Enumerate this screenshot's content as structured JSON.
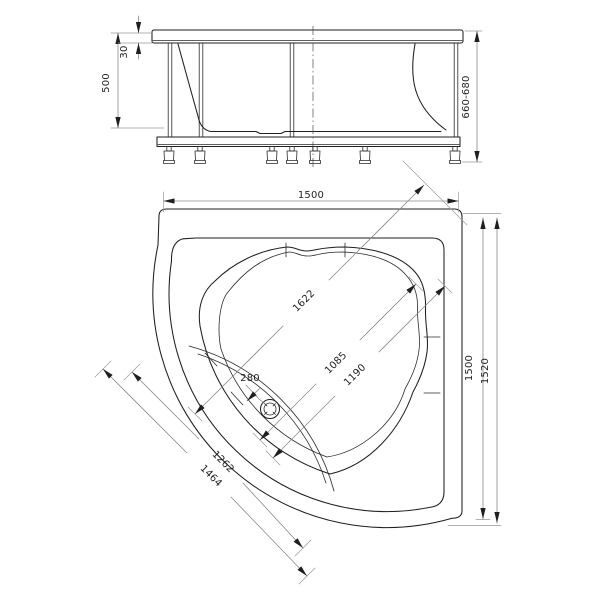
{
  "drawing": {
    "subject": "corner-bathtub-technical-drawing",
    "views": {
      "top": "front-elevation",
      "bottom": "plan"
    }
  },
  "colors": {
    "background": "#ffffff",
    "outline": "#1f1f1f",
    "dimension_line": "#8a8a8a",
    "text": "#1f1f1f"
  },
  "elevation": {
    "dim_rim_height": "30",
    "dim_depth": "500",
    "dim_total_height": "660-680"
  },
  "plan": {
    "dim_width": "1500",
    "dim_diag_total": "1622",
    "dim_diag_basin": "1085",
    "dim_diag_rim": "1190",
    "dim_drain_offset": "280",
    "dim_chord_inner": "1262",
    "dim_chord_outer": "1464",
    "dim_height": "1500",
    "dim_height_total": "1520"
  },
  "icons": {
    "drain": "drain-symbol"
  }
}
